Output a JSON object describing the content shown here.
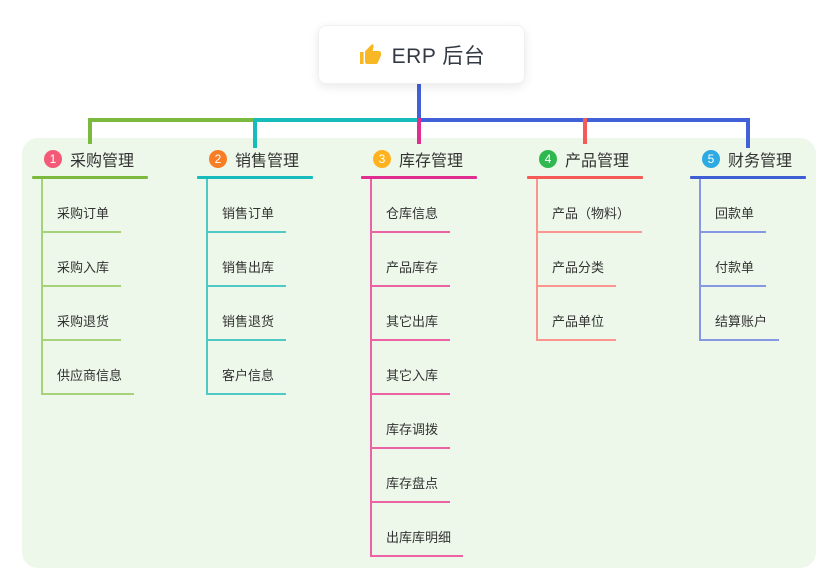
{
  "root": {
    "title": "ERP 后台",
    "icon": "thumbs-up"
  },
  "branches": [
    {
      "badge": "1",
      "label": "采购管理",
      "badge_color": "#f25a78",
      "line_color": "#7cb93f",
      "sub_line_color": "#a6d37a",
      "items": [
        "采购订单",
        "采购入库",
        "采购退货",
        "供应商信息"
      ]
    },
    {
      "badge": "2",
      "label": "销售管理",
      "badge_color": "#f87e25",
      "line_color": "#16bcbb",
      "sub_line_color": "#4fc9c5",
      "items": [
        "销售订单",
        "销售出库",
        "销售退货",
        "客户信息"
      ]
    },
    {
      "badge": "3",
      "label": "库存管理",
      "badge_color": "#ffb21e",
      "line_color": "#e02d90",
      "sub_line_color": "#ed62a4",
      "items": [
        "仓库信息",
        "产品库存",
        "其它出库",
        "其它入库",
        "库存调拨",
        "库存盘点",
        "出库库明细"
      ]
    },
    {
      "badge": "4",
      "label": "产品管理",
      "badge_color": "#2fb84f",
      "line_color": "#f65a56",
      "sub_line_color": "#fa968d",
      "items": [
        "产品（物料）",
        "产品分类",
        "产品单位"
      ]
    },
    {
      "badge": "5",
      "label": "财务管理",
      "badge_color": "#2caae1",
      "line_color": "#3e5ed6",
      "sub_line_color": "#8598e2",
      "items": [
        "回款单",
        "付款单",
        "结算账户"
      ]
    }
  ],
  "colors": {
    "panel_background": "#edf7ea",
    "root_stem": "#4161d8",
    "icon_yellow": "#f8b825"
  }
}
